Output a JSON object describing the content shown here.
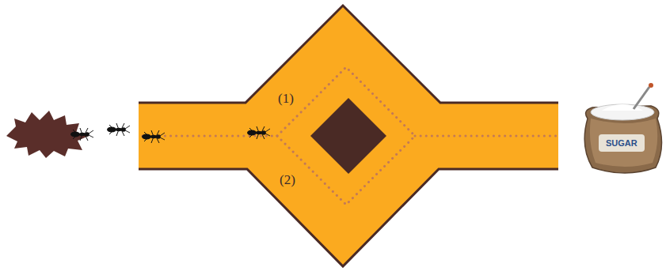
{
  "diagram": {
    "labels": [
      "(1)",
      "(2)",
      "SUGAR"
    ]
  }
}
